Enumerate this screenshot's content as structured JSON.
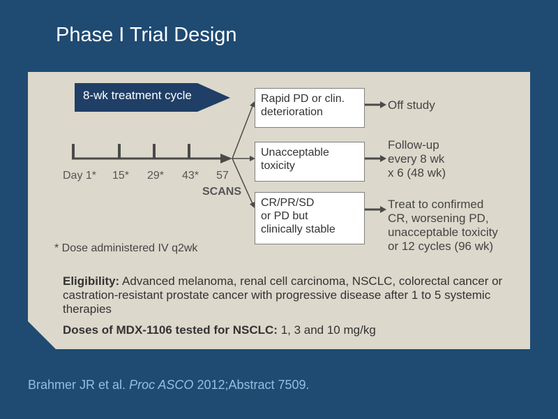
{
  "title": "Phase I Trial Design",
  "treatment_cycle": "8-wk treatment cycle",
  "days": [
    "Day 1*",
    "15*",
    "29*",
    "43*",
    "57"
  ],
  "scans_label": "SCANS",
  "footnote": "* Dose administered IV q2wk",
  "branches": [
    {
      "box": [
        "Rapid PD or clin.",
        "deterioration"
      ],
      "outcome": [
        "Off study"
      ]
    },
    {
      "box": [
        "Unacceptable",
        "toxicity"
      ],
      "outcome": [
        "Follow-up",
        "every 8 wk",
        "x 6 (48 wk)"
      ]
    },
    {
      "box": [
        "CR/PR/SD",
        "or PD but",
        "clinically stable"
      ],
      "outcome": [
        "Treat to confirmed",
        "CR, worsening PD,",
        "unacceptable toxicity",
        "or 12 cycles (96 wk)"
      ]
    }
  ],
  "eligibility": {
    "label": "Eligibility:",
    "text": "Advanced melanoma, renal cell carcinoma, NSCLC, colorectal cancer or castration-resistant prostate cancer with progressive disease after 1 to 5 systemic therapies"
  },
  "doses": {
    "label": "Doses of MDX-1106 tested for NSCLC:",
    "text": "1, 3 and 10 mg/kg"
  },
  "citation": {
    "authors": "Brahmer JR et al.",
    "journal": "Proc ASCO",
    "rest": "2012;Abstract 7509."
  },
  "colors": {
    "background": "#1f4a72",
    "panel": "#dcd8cb",
    "dark_navy": "#1f3f66",
    "citation": "#8fc0e0"
  }
}
